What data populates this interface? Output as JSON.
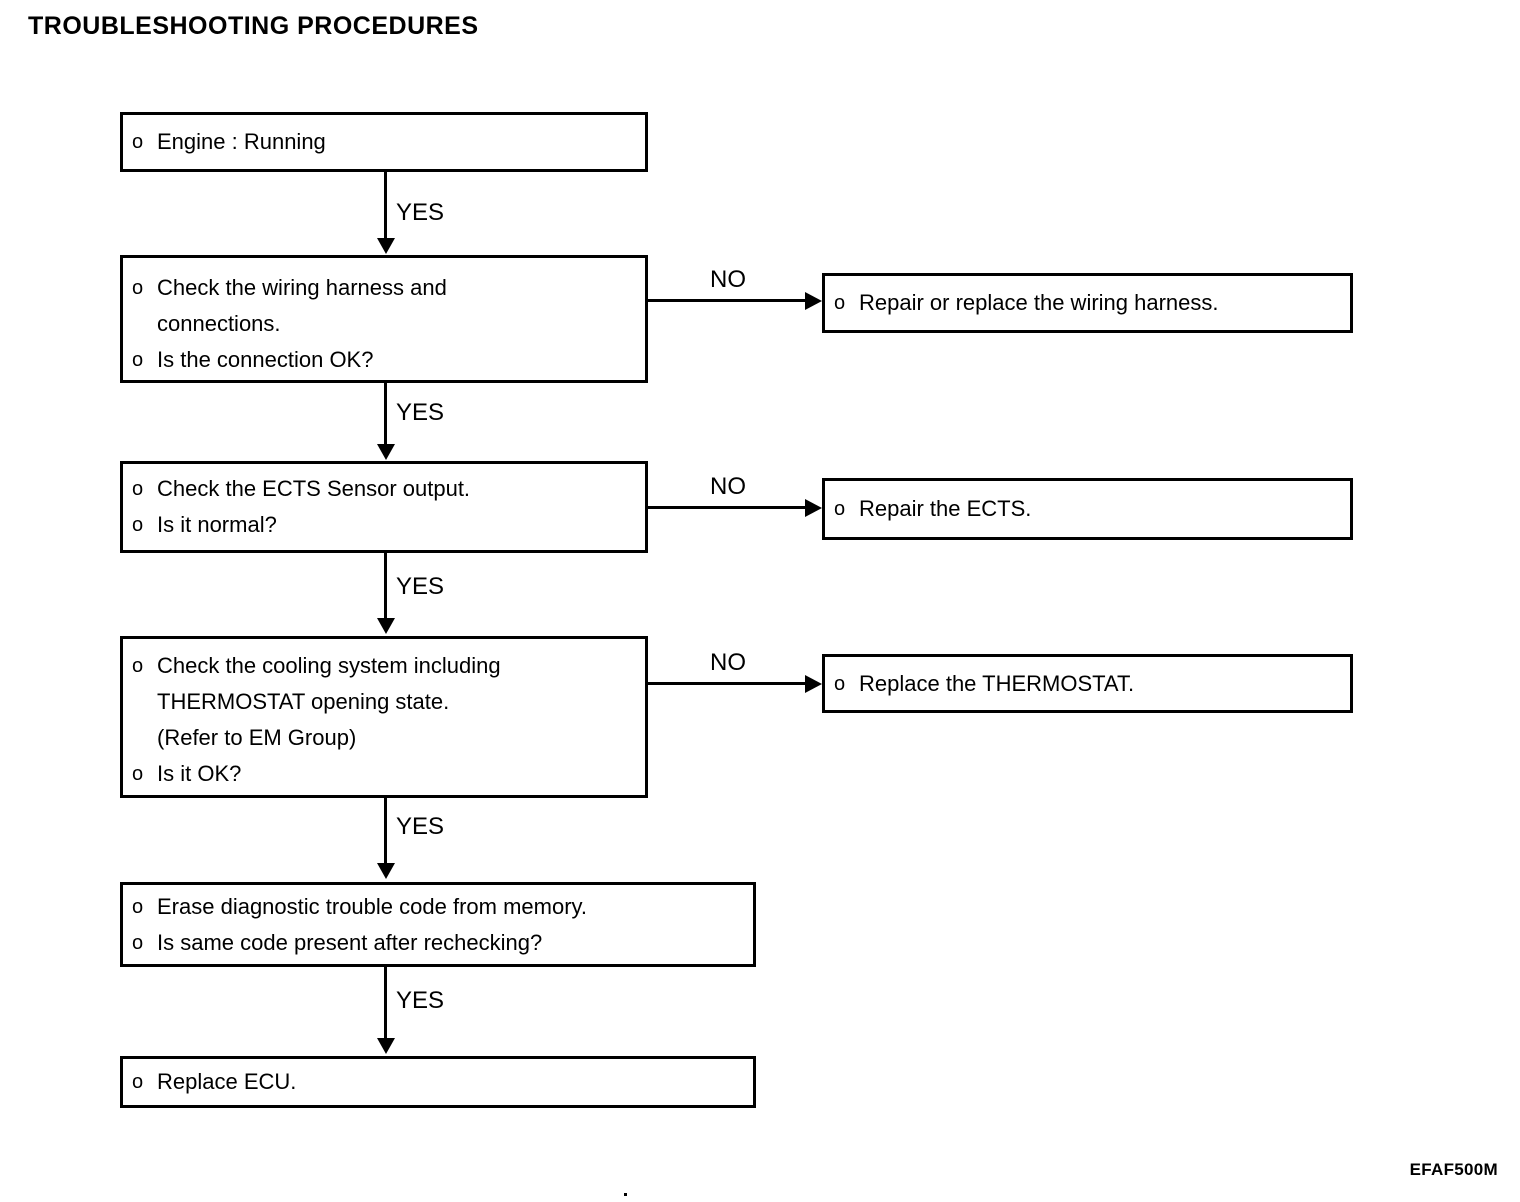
{
  "page": {
    "title": "TROUBLESHOOTING PROCEDURES",
    "figure_code": "EFAF500M",
    "colors": {
      "ink": "#000000",
      "paper": "#ffffff"
    }
  },
  "flowchart": {
    "type": "flowchart",
    "bullet_glyph": "o",
    "main_nodes": [
      {
        "id": "engine-running",
        "lines": [
          {
            "bullet": true,
            "text": "Engine : Running"
          }
        ]
      },
      {
        "id": "check-wiring-harness",
        "lines": [
          {
            "bullet": true,
            "text": "Check the wiring harness and"
          },
          {
            "bullet": false,
            "text": "connections."
          },
          {
            "bullet": true,
            "text": "Is the connection OK?"
          }
        ]
      },
      {
        "id": "check-ects-sensor",
        "lines": [
          {
            "bullet": true,
            "text": "Check the ECTS Sensor output."
          },
          {
            "bullet": true,
            "text": "Is it normal?"
          }
        ]
      },
      {
        "id": "check-cooling-system",
        "lines": [
          {
            "bullet": true,
            "text": "Check the cooling system including"
          },
          {
            "bullet": false,
            "text": "THERMOSTAT opening state."
          },
          {
            "bullet": false,
            "text": "(Refer to EM Group)"
          },
          {
            "bullet": true,
            "text": "Is it OK?"
          }
        ]
      },
      {
        "id": "erase-dtc",
        "lines": [
          {
            "bullet": true,
            "text": "Erase diagnostic trouble code from memory."
          },
          {
            "bullet": true,
            "text": "Is same code present after rechecking?"
          }
        ]
      },
      {
        "id": "replace-ecu",
        "lines": [
          {
            "bullet": true,
            "text": "Replace ECU."
          }
        ]
      }
    ],
    "branch_nodes": [
      {
        "id": "repair-replace-wiring-harness",
        "lines": [
          {
            "bullet": true,
            "text": "Repair or replace the wiring harness."
          }
        ]
      },
      {
        "id": "repair-ects",
        "lines": [
          {
            "bullet": true,
            "text": "Repair the ECTS."
          }
        ]
      },
      {
        "id": "replace-thermostat",
        "lines": [
          {
            "bullet": true,
            "text": "Replace the THERMOSTAT."
          }
        ]
      }
    ],
    "edge_labels": {
      "yes_1": "YES",
      "yes_2": "YES",
      "yes_3": "YES",
      "yes_4": "YES",
      "yes_5": "YES",
      "no_1": "NO",
      "no_2": "NO",
      "no_3": "NO"
    }
  }
}
